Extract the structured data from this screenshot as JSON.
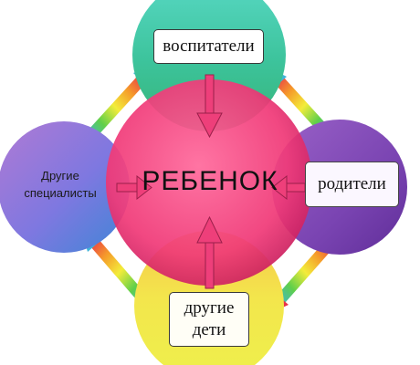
{
  "center": {
    "label": "РЕБЕНОК"
  },
  "nodes": {
    "top": {
      "label": "воспитатели"
    },
    "right": {
      "label": "родители"
    },
    "bottom": {
      "label": "другие\nдети"
    },
    "left": {
      "label": "Другие\nспециалисты"
    }
  },
  "colors": {
    "center": "#f2407d",
    "top": "#3dc9a5",
    "right": "#7e48b5",
    "bottom": "#f2e84a",
    "left": "#8b7ee0",
    "arrow": "#ee3f7a"
  }
}
